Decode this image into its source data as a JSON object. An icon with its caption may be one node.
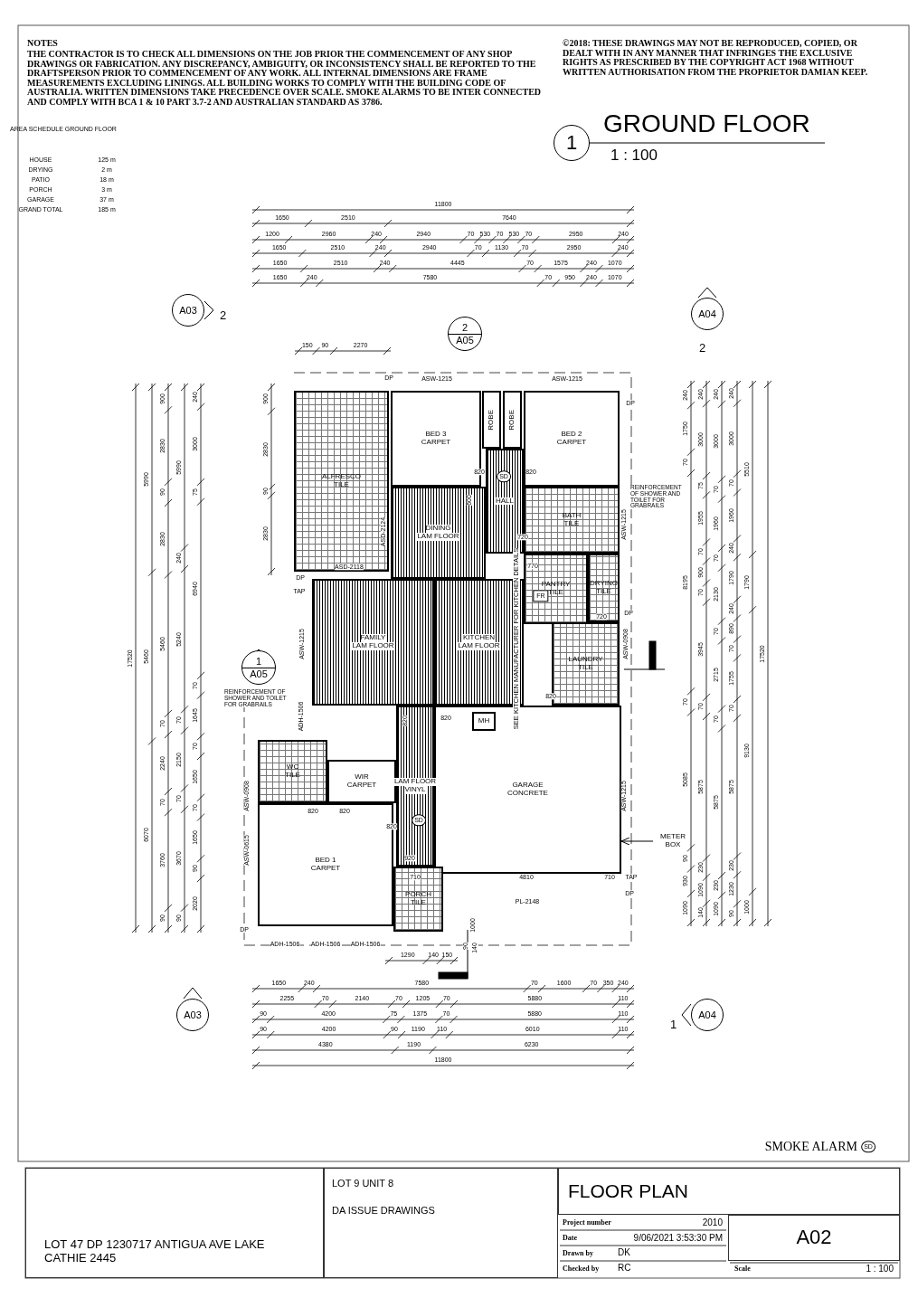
{
  "diagram": {
    "nodes": [
      {
        "text": [
          "1"
        ],
        "beside": [
          "GROUND FLOOR",
          "1 : 100"
        ]
      },
      {
        "text": [
          "ALFRESCO",
          "TILE"
        ]
      },
      {
        "text": [
          "BED 3",
          "CARPET"
        ]
      },
      {
        "text": [
          "ROBE"
        ]
      },
      {
        "text": [
          "ROBE"
        ]
      },
      {
        "text": [
          "BED 2",
          "CARPET"
        ]
      },
      {
        "text": [
          "HALL"
        ]
      },
      {
        "text": [
          "DINING",
          "LAM FLOOR"
        ]
      },
      {
        "text": [
          "BATH",
          "TILE"
        ]
      },
      {
        "text": [
          "PANTRY",
          "TILE"
        ]
      },
      {
        "text": [
          "DRYING",
          "TILE"
        ]
      },
      {
        "text": [
          "KITCHEN",
          "LAM FLOOR"
        ]
      },
      {
        "text": [
          "FAMILY",
          "LAM FLOOR"
        ]
      },
      {
        "text": [
          "LAUNDRY",
          "TILE"
        ]
      },
      {
        "text": [
          "GARAGE",
          "CONCRETE"
        ]
      },
      {
        "text": [
          "MH"
        ],
        "in": 14
      },
      {
        "text": [
          "WC",
          "TILE"
        ]
      },
      {
        "text": [
          "WIR",
          "CARPET"
        ]
      },
      {
        "text": [
          "LAM FLOOR",
          "VINYL"
        ]
      },
      {
        "text": [
          "BED 1",
          "CARPET"
        ]
      },
      {
        "text": [
          "PORCH",
          "TILE"
        ]
      },
      {
        "text": [
          "METER BOX"
        ]
      },
      {
        "text": [
          "A03"
        ],
        "beside": [
          "2"
        ]
      },
      {
        "text": [
          "2",
          "A05"
        ]
      },
      {
        "text": [
          "A04"
        ],
        "beside": [
          "2"
        ]
      },
      {
        "text": [
          "1",
          "A05"
        ]
      },
      {
        "text": [
          "A03"
        ]
      },
      {
        "text": [
          "A04"
        ],
        "beside": [
          "1"
        ]
      },
      {
        "text": [
          "LOT 47 DP 1230717 ANTIGUA AVE LAKE CATHIE 2445"
        ]
      },
      {
        "text": [
          "LOT 9 UNIT 8",
          "DA ISSUE DRAWINGS"
        ]
      },
      {
        "text": [
          "FLOOR PLAN"
        ]
      },
      {
        "text": [
          "A02"
        ]
      }
    ],
    "edges": [
      {
        "from": 21,
        "to": 14,
        "arrow": "to"
      }
    ],
    "labels": [
      "NOTES",
      "THE CONTRACTOR IS TO CHECK ALL DIMENSIONS ON THE JOB PRIOR THE COMMENCEMENT OF ANY SHOP DRAWINGS OR FABRICATION. ANY DISCREPANCY, AMBIGUITY, OR INCONSISTENCY SHALL BE REPORTED TO THE DRAFTSPERSON PRIOR TO COMMENCEMENT OF ANY WORK. ALL INTERNAL DIMENSIONS ARE FRAME MEASUREMENTS EXCLUDING LININGS. ALL BUILDING WORKS TO COMPLY WITH THE BUILDING CODE OF AUSTRALIA. WRITTEN DIMENSIONS TAKE PRECEDENCE OVER SCALE. SMOKE ALARMS TO BE INTER CONNECTED AND COMPLY WITH BCA 1 & 10 PART 3.7-2 AND AUSTRALIAN STANDARD AS 3786.",
      "©2018: THESE DRAWINGS MAY NOT BE REPRODUCED, COPIED, OR DEALT WITH IN ANY MANNER THAT INFRINGES THE EXCLUSIVE RIGHTS AS PRESCRIBED BY THE COPYRIGHT ACT 1968 WITHOUT WRITTEN AUTHORISATION FROM THE PROPRIETOR DAMIAN KEEP.",
      "AREA SCHEDULE GROUND FLOOR",
      "HOUSE",
      "125 m",
      "DRYING",
      "2 m",
      "PATIO",
      "18 m",
      "PORCH",
      "3 m",
      "GARAGE",
      "37 m",
      "GRAND TOTAL",
      "185 m",
      "11800",
      "1650",
      "2510",
      "7640",
      "1200",
      "2960",
      "240",
      "2940",
      "70",
      "530",
      "70",
      "530",
      "70",
      "2950",
      "240",
      "1650",
      "2510",
      "240",
      "2940",
      "70",
      "1130",
      "70",
      "2950",
      "240",
      "1650",
      "2510",
      "240",
      "4445",
      "70",
      "1575",
      "240",
      "1070",
      "1650",
      "240",
      "7580",
      "70",
      "950",
      "240",
      "1070",
      "150",
      "90",
      "2270",
      "17520",
      "5990",
      "5460",
      "6070",
      "900",
      "2830",
      "90",
      "2830",
      "5460",
      "70",
      "2240",
      "70",
      "3760",
      "90",
      "5990",
      "240",
      "5240",
      "70",
      "2150",
      "70",
      "3670",
      "90",
      "240",
      "3000",
      "75",
      "6940",
      "70",
      "1645",
      "70",
      "1650",
      "70",
      "1650",
      "90",
      "2020",
      "900",
      "2830",
      "90",
      "2830",
      "240",
      "1750",
      "70",
      "8195",
      "70",
      "5085",
      "90",
      "930",
      "1090",
      "240",
      "3000",
      "75",
      "1955",
      "70",
      "900",
      "70",
      "3945",
      "70",
      "5875",
      "230",
      "1090",
      "140",
      "240",
      "3000",
      "70",
      "1960",
      "70",
      "2130",
      "70",
      "2715",
      "70",
      "5875",
      "230",
      "1090",
      "240",
      "3000",
      "70",
      "1960",
      "240",
      "1790",
      "240",
      "890",
      "70",
      "1755",
      "70",
      "5875",
      "230",
      "1230",
      "90",
      "5510",
      "1790",
      "9130",
      "1000",
      "17520",
      "1650",
      "240",
      "7580",
      "70",
      "1600",
      "70",
      "350",
      "240",
      "2255",
      "70",
      "2140",
      "70",
      "1205",
      "70",
      "5880",
      "110",
      "90",
      "4200",
      "75",
      "1375",
      "70",
      "5880",
      "110",
      "90",
      "4200",
      "90",
      "1190",
      "110",
      "6010",
      "110",
      "4380",
      "1190",
      "6230",
      "11800",
      "1290",
      "140",
      "150",
      "DP",
      "ASW-1215",
      "ASW-1215",
      "DP",
      "820",
      "820",
      "SD",
      "REINFORCEMENT OF SHOWER AND TOILET FOR GRABRAILS",
      "600",
      "ASD-2124",
      "ASW-1215",
      "720",
      "ASD-2118",
      "770",
      "DP",
      "TAP",
      "FR",
      "720",
      "DP",
      "ASW-1215",
      "SEE KITCHEN MANUFACTURER FOR KITCHEN DETAILS",
      "ASW-0908",
      "REINFORCEMENT OF SHOWER AND TOILET FOR GRABRAILS",
      "ADH-1506",
      "820",
      "820",
      "820",
      "ASW-0908",
      "820",
      "820",
      "820",
      "SD",
      "ASW-1215",
      "ASW-0615",
      "920",
      "710",
      "4810",
      "710",
      "TAP",
      "DP",
      "PL-2148",
      "DP",
      "1000",
      "ADH-1506",
      "ADH-1506",
      "ADH-1506",
      "90",
      "140",
      "Project number",
      "2010",
      "Date",
      "9/06/2021 3:53:30 PM",
      "Drawn by",
      "DK",
      "Checked by",
      "RC",
      "Scale",
      "1 : 100",
      "SD"
    ],
    "legend": [
      {
        "text": "SMOKE ALARM"
      }
    ]
  }
}
